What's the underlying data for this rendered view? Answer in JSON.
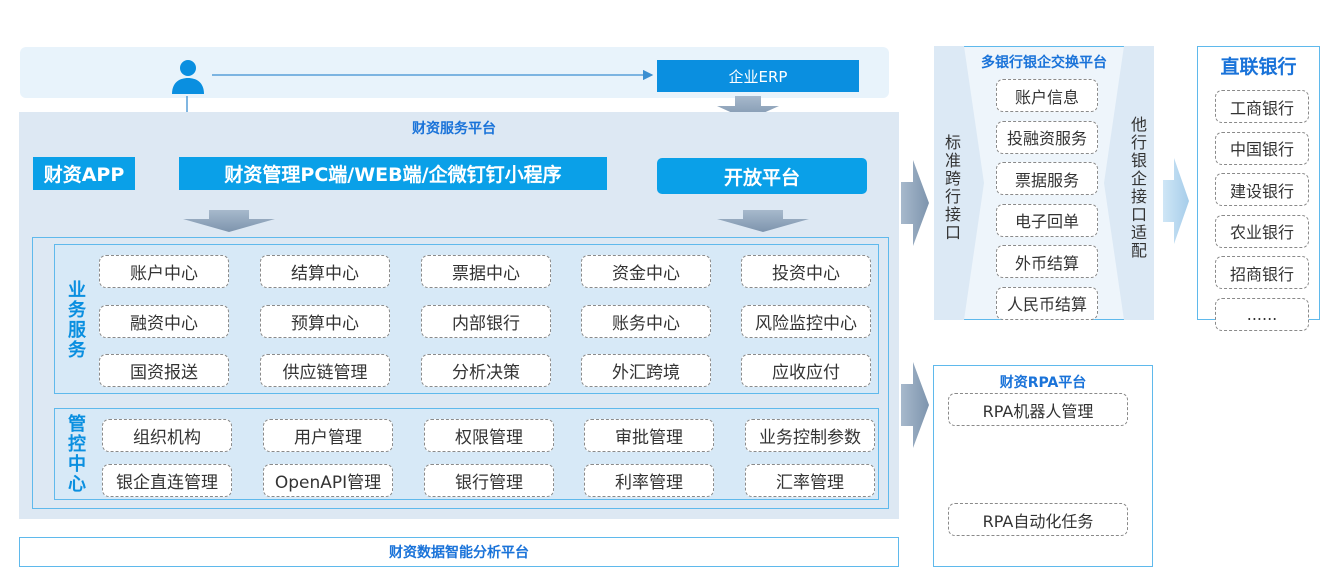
{
  "top": {
    "erp_label": "企业ERP"
  },
  "platform": {
    "title": "财资服务平台",
    "app_label": "财资APP",
    "pc_label": "财资管理PC端/WEB端/企微钉钉小程序",
    "open_label": "开放平台"
  },
  "business": {
    "title": "业务服务",
    "rows": [
      [
        "账户中心",
        "结算中心",
        "票据中心",
        "资金中心",
        "投资中心"
      ],
      [
        "融资中心",
        "预算中心",
        "内部银行",
        "账务中心",
        "风险监控中心"
      ],
      [
        "国资报送",
        "供应链管理",
        "分析决策",
        "外汇跨境",
        "应收应付"
      ]
    ]
  },
  "control": {
    "title": "管控中心",
    "rows": [
      [
        "组织机构",
        "用户管理",
        "权限管理",
        "审批管理",
        "业务控制参数"
      ],
      [
        "银企直连管理",
        "OpenAPI管理",
        "银行管理",
        "利率管理",
        "汇率管理"
      ]
    ]
  },
  "analytics": {
    "label": "财资数据智能分析平台"
  },
  "exchange": {
    "title": "多银行银企交换平台",
    "left_label": "标准跨行接口",
    "right_label": "他行银企接口适配",
    "items": [
      "账户信息",
      "投融资服务",
      "票据服务",
      "电子回单",
      "外币结算",
      "人民币结算"
    ]
  },
  "banks": {
    "title": "直联银行",
    "items": [
      "工商银行",
      "中国银行",
      "建设银行",
      "农业银行",
      "招商银行",
      "......"
    ]
  },
  "rpa": {
    "title": "财资RPA平台",
    "items": [
      "RPA机器人管理",
      "RPA自动化任务"
    ]
  }
}
